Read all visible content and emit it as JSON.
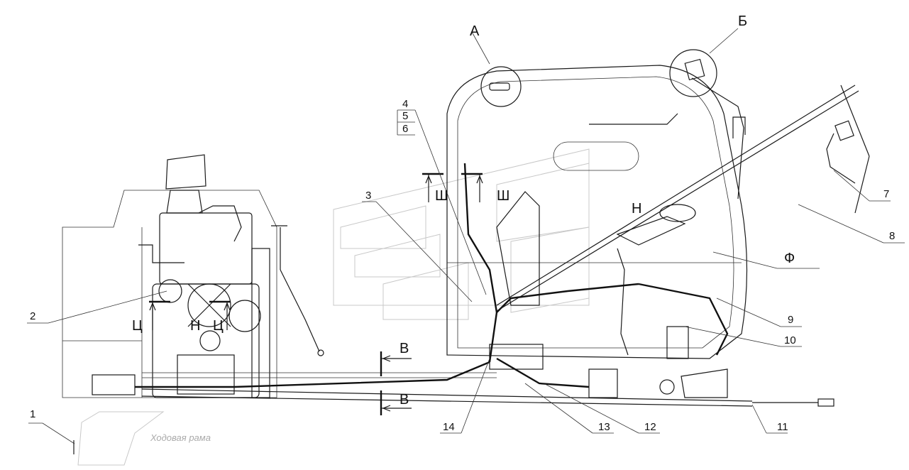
{
  "callouts": {
    "c1": "1",
    "c2": "2",
    "c3": "3",
    "c4": "4",
    "c5": "5",
    "c6": "6",
    "c7": "7",
    "c8": "8",
    "c9": "9",
    "c10": "10",
    "c11": "11",
    "c12": "12",
    "c13": "13",
    "c14": "14"
  },
  "views": {
    "a": "А",
    "b": "Б",
    "v_top": "В",
    "v_bottom": "В",
    "sh_left": "Ш",
    "sh_right": "Ш",
    "ts_left": "Ц",
    "ts_right": "Ц",
    "n_engine": "Н",
    "n_cab": "Н",
    "f": "Ф"
  },
  "frame_label": "Ходовая рама"
}
